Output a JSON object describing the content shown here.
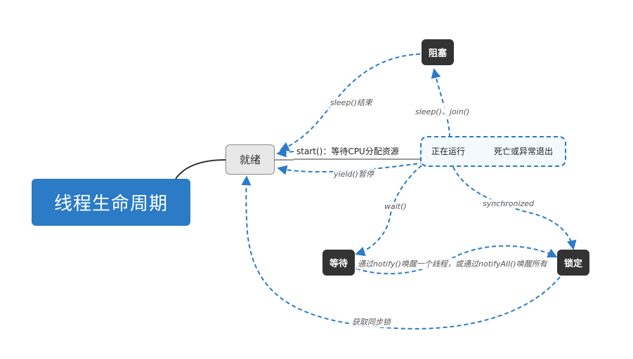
{
  "diagram": {
    "root": {
      "label": "线程生命周期"
    },
    "states": {
      "ready": "就绪",
      "blocked": "阻塞",
      "waiting": "等待",
      "locked": "锁定"
    },
    "branch_text": {
      "start": "start()：等待CPU分配资源",
      "running": "正在运行",
      "dead": "死亡或异常退出"
    },
    "edges": {
      "sleep_end": "sleep()结束",
      "sleep_join": "sleep()、join()",
      "yield": "yield()暂停",
      "wait": "wait()",
      "synchronized": "synchronized",
      "notify": "通过notify()唤醒一个线程，或通过notifyAll()唤醒所有",
      "acquire_lock": "获取同步锁"
    },
    "colors": {
      "root_fill": "#2b7bc6",
      "state_fill_dark": "#333333",
      "ready_fill": "#e8e8e8",
      "dashed_arrow": "#2b7bc6",
      "connector": "#333333"
    }
  }
}
